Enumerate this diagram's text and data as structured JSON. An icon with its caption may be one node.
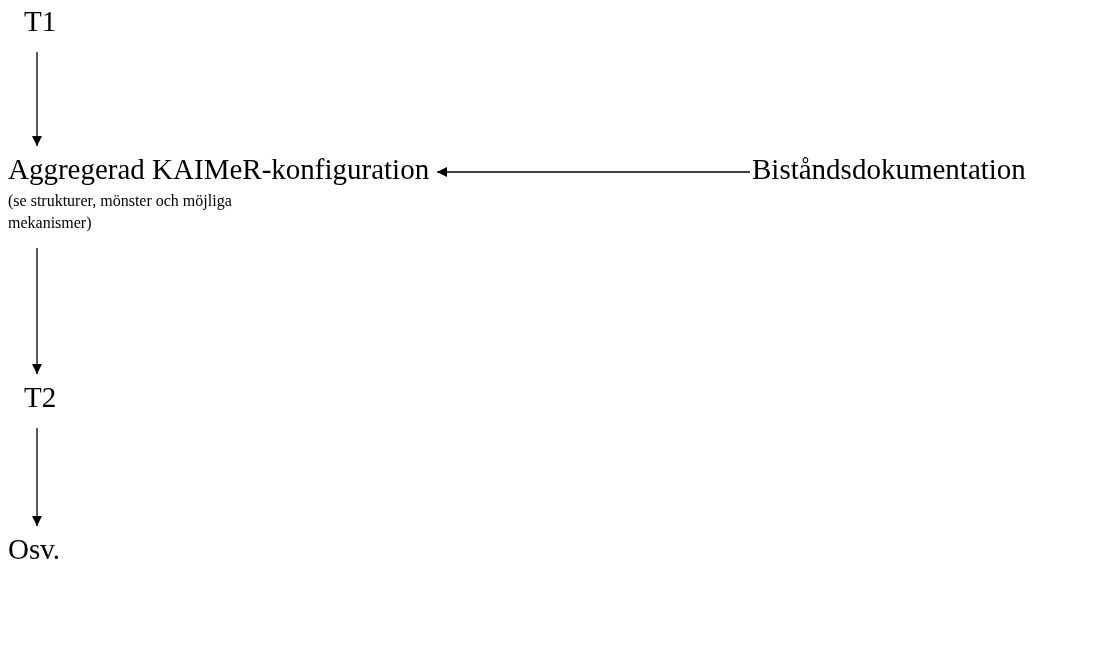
{
  "diagram": {
    "nodes": [
      {
        "text": [
          "T1"
        ]
      },
      {
        "text": [
          "Aggregerad KAIMeR-konfiguration",
          "(se strukturer, mönster och möjliga mekanismer)"
        ]
      },
      {
        "text": [
          "Biståndsdokumentation"
        ]
      },
      {
        "text": [
          "T2"
        ]
      },
      {
        "text": [
          "Osv."
        ]
      }
    ],
    "edges": [
      {
        "from": 0,
        "to": 1,
        "arrow": "to"
      },
      {
        "from": 2,
        "to": 1,
        "arrow": "to"
      },
      {
        "from": 1,
        "to": 3,
        "arrow": "to"
      },
      {
        "from": 3,
        "to": 4,
        "arrow": "to"
      }
    ]
  }
}
